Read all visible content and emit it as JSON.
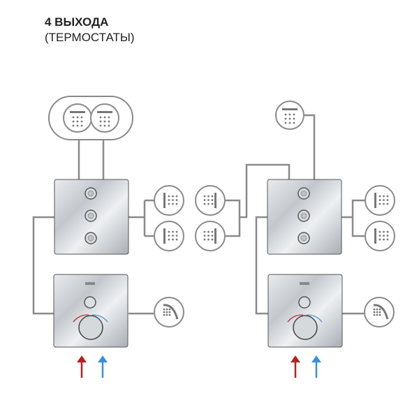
{
  "heading": {
    "title": "4 ВЫХОДА",
    "subtitle": "(ТЕРМОСТАТЫ)"
  },
  "colors": {
    "pipe": "#8a8a8a",
    "hot": "#b22222",
    "cold": "#3d8fd6",
    "chrome": "#c9ccd0"
  },
  "diagrams": [
    {
      "outlets_top": [
        "overhead-shower-icon",
        "overhead-shower-icon"
      ],
      "outlets_side": [
        "body-jet-icon",
        "body-jet-icon"
      ],
      "diverter_buttons": 3,
      "hand_shower": "hand-shower-icon"
    },
    {
      "outlets_top": [
        "overhead-shower-icon"
      ],
      "outlets_side": [
        "body-jet-icon",
        "body-jet-icon",
        "body-jet-icon",
        "body-jet-icon"
      ],
      "diverter_buttons": 3,
      "hand_shower": "hand-shower-icon"
    }
  ]
}
